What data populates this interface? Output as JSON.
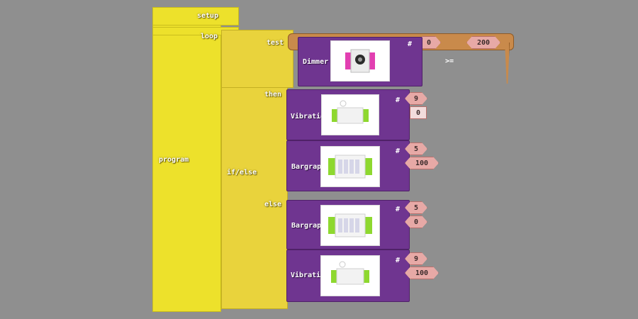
{
  "program": {
    "label": "program",
    "setup_label": "setup",
    "loop_label": "loop"
  },
  "ifelse": {
    "label": "if/else",
    "test_label": "test",
    "then_label": "then",
    "else_label": "else"
  },
  "test": {
    "block": "Dimmer",
    "hash": "#",
    "operator": ">=",
    "value_a": "0",
    "value_b": "200"
  },
  "then_blocks": [
    {
      "name": "Vibration_Motor",
      "hash": "#",
      "pin": "9",
      "value": "0"
    },
    {
      "name": "Bargraph",
      "hash": "#",
      "pin": "5",
      "value": "100"
    }
  ],
  "else_blocks": [
    {
      "name": "Bargraph",
      "hash": "#",
      "pin": "5",
      "value": "0"
    },
    {
      "name": "Vibration_Motor",
      "hash": "#",
      "pin": "9",
      "value": "100"
    }
  ],
  "colors": {
    "background": "#8f8f8f",
    "program": "#ede12b",
    "ifelse": "#e9d33c",
    "bit_block": "#6f3590",
    "number": "#e7a9a6",
    "compare": "#c98a4b"
  }
}
